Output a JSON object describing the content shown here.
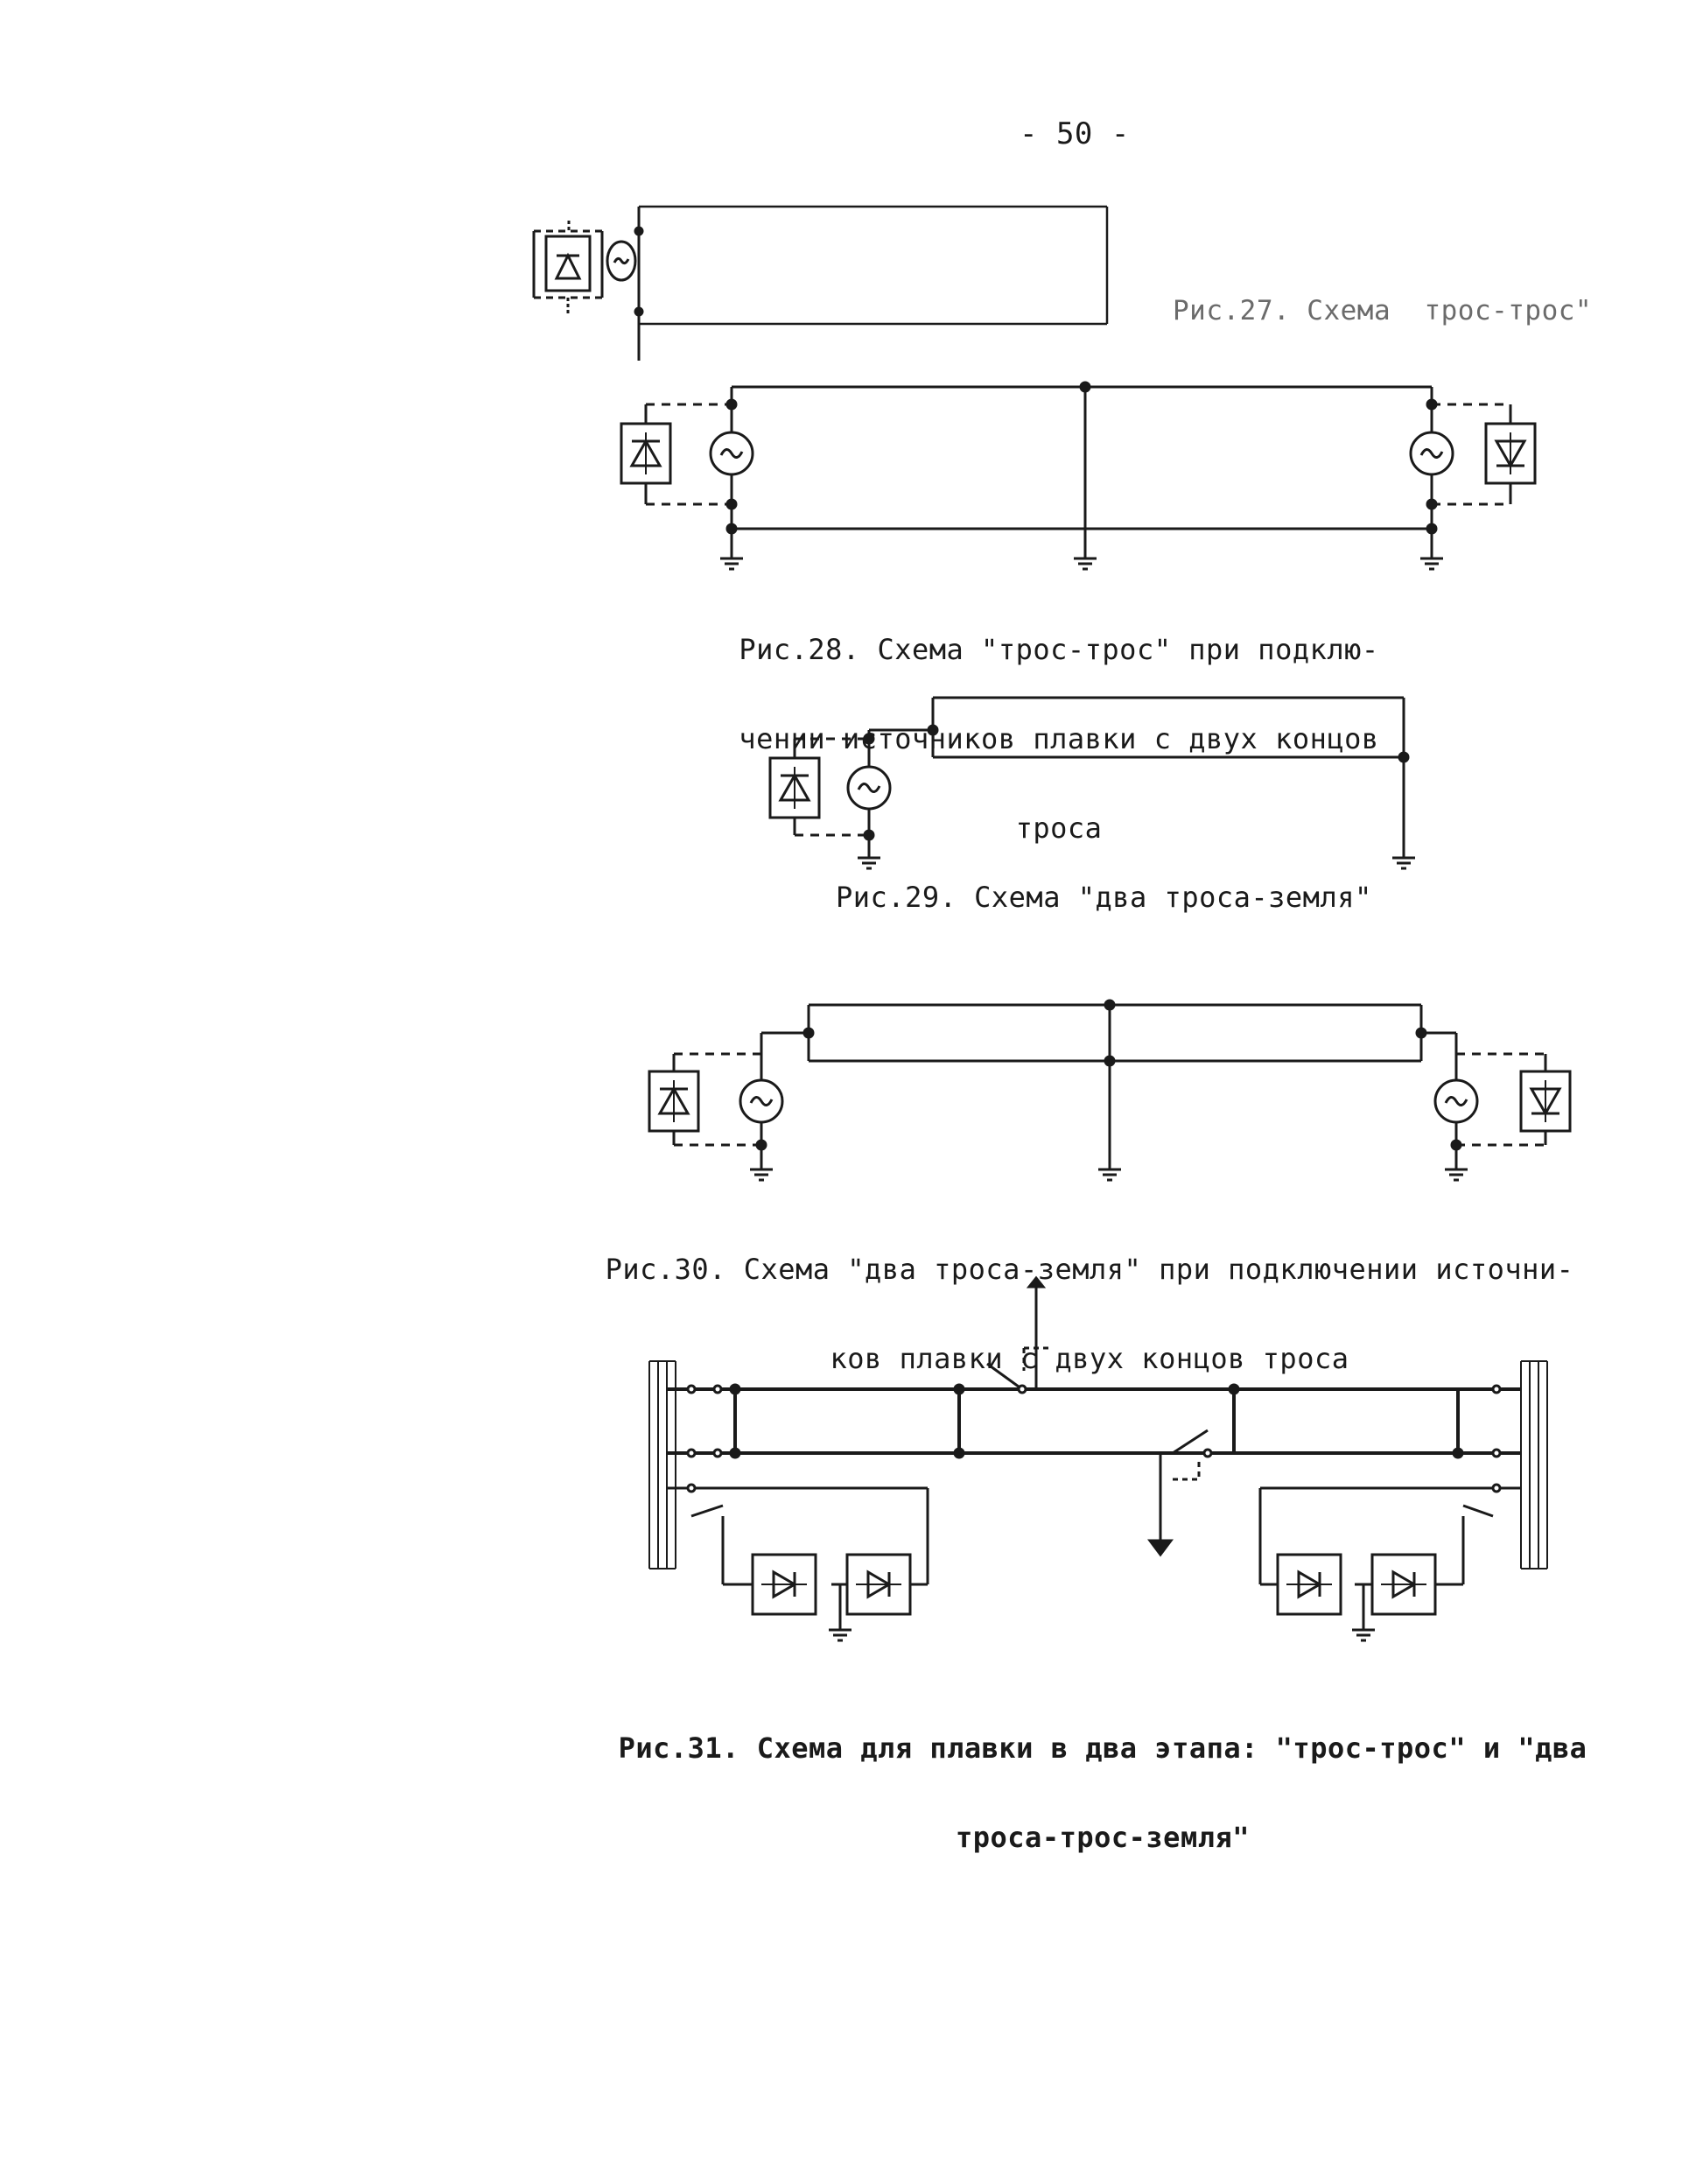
{
  "page_number": "- 50 -",
  "figures": [
    {
      "id": "fig27",
      "caption": "Рис.27. Схема  трос-трос\""
    },
    {
      "id": "fig28",
      "caption_lines": [
        "Рис.28. Схема \"трос-трос\" при подклю-",
        "чении источников плавки с двух концов",
        "троса"
      ]
    },
    {
      "id": "fig29",
      "caption": "Рис.29. Схема \"два троса-земля\""
    },
    {
      "id": "fig30",
      "caption_lines": [
        "Рис.30. Схема \"два троса-земля\" при подключении источни-",
        "ков плавки с двух концов троса"
      ]
    },
    {
      "id": "fig31",
      "caption_lines": [
        "Рис.31. Схема для плавки в два этапа: \"трос-трос\" и \"два",
        "троса-трос-земля\""
      ]
    }
  ],
  "colors": {
    "ink": "#1a1a1a",
    "paper": "#ffffff"
  },
  "icons": [
    "ac-source-icon",
    "rectifier-icon",
    "ground-icon",
    "switch-icon"
  ]
}
